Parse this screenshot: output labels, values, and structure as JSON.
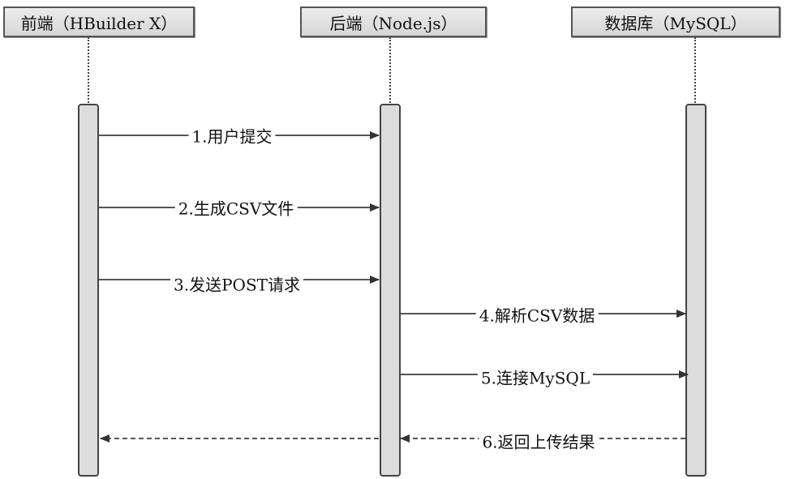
{
  "actors": [
    {
      "label": "前端（HBuilder X）"
    },
    {
      "label": "后端（Node.js）"
    },
    {
      "label": "数据库（MySQL）"
    }
  ],
  "messages": [
    {
      "label": "1.用户提交",
      "style": "solid",
      "direction": "right"
    },
    {
      "label": "2.生成CSV文件",
      "style": "solid",
      "direction": "right"
    },
    {
      "label": "3.发送POST请求",
      "style": "solid",
      "direction": "right"
    },
    {
      "label": "4.解析CSV数据",
      "style": "solid",
      "direction": "right"
    },
    {
      "label": "5.连接MySQL",
      "style": "solid",
      "direction": "right"
    },
    {
      "label": "6.返回上传结果",
      "style": "dashed",
      "direction": "left"
    }
  ],
  "colors": {
    "line": "#555555",
    "box_fill": "#dcdcdc"
  }
}
